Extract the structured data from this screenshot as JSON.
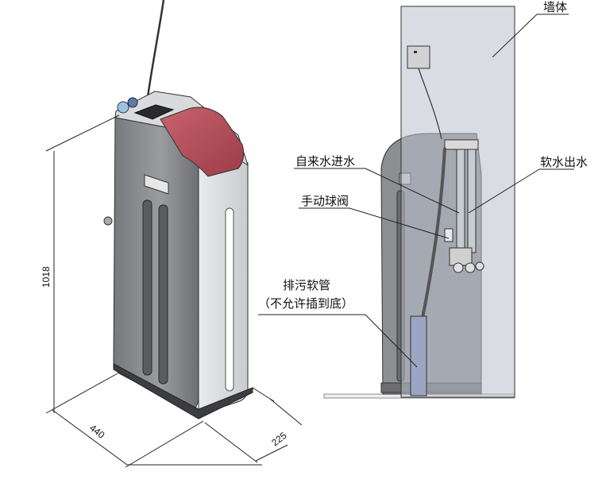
{
  "dimensions": {
    "height": "1018",
    "width": "440",
    "depth": "225"
  },
  "callouts": {
    "wall": "墙体",
    "inlet": "自来水进水",
    "outlet": "软水出水",
    "ball_valve": "手动球阀",
    "drain_line1": "排污软管",
    "drain_line2": "（不允许插到底）"
  },
  "colors": {
    "cover_red": "#b84a55",
    "body_grey": "#8e9094",
    "wall_blue": "#b9c0cc"
  }
}
